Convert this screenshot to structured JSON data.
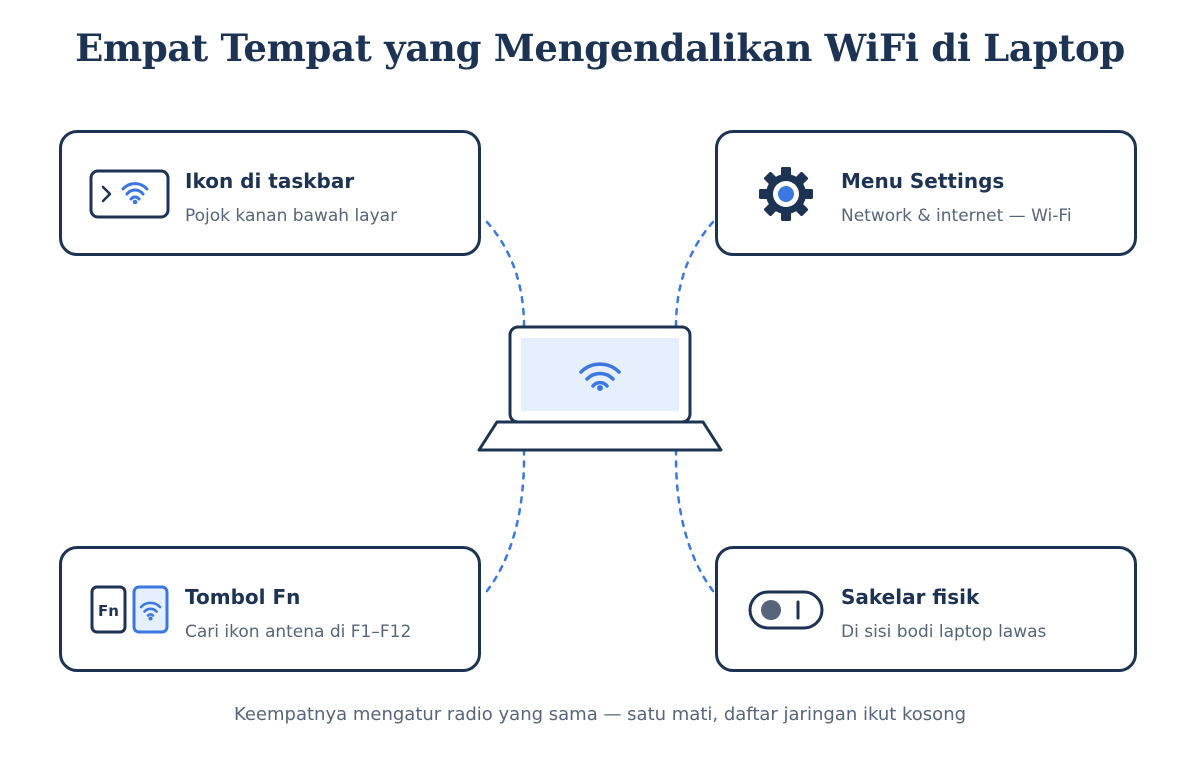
{
  "title": "Empat Tempat yang Mengendalikan WiFi di Laptop",
  "cards": [
    {
      "id": "taskbar",
      "title": "Ikon di taskbar",
      "subtitle": "Pojok kanan bawah layar",
      "icon": "taskbar-wifi-icon"
    },
    {
      "id": "settings",
      "title": "Menu Settings",
      "subtitle": "Network & internet — Wi-Fi",
      "icon": "gear-icon"
    },
    {
      "id": "fn",
      "title": "Tombol Fn",
      "subtitle": "Cari ikon antena di F1–F12",
      "icon": "fn-key-icon",
      "key_label": "Fn"
    },
    {
      "id": "switch",
      "title": "Sakelar fisik",
      "subtitle": "Di sisi bodi laptop lawas",
      "icon": "toggle-switch-icon"
    }
  ],
  "center_icon": "laptop-wifi-icon",
  "footer": "Keempatnya mengatur radio yang sama — satu mati, daftar jaringan ikut kosong",
  "colors": {
    "navy": "#1d3354",
    "accent": "#3a78e0",
    "muted": "#56657a",
    "screen": "#e6effd"
  }
}
